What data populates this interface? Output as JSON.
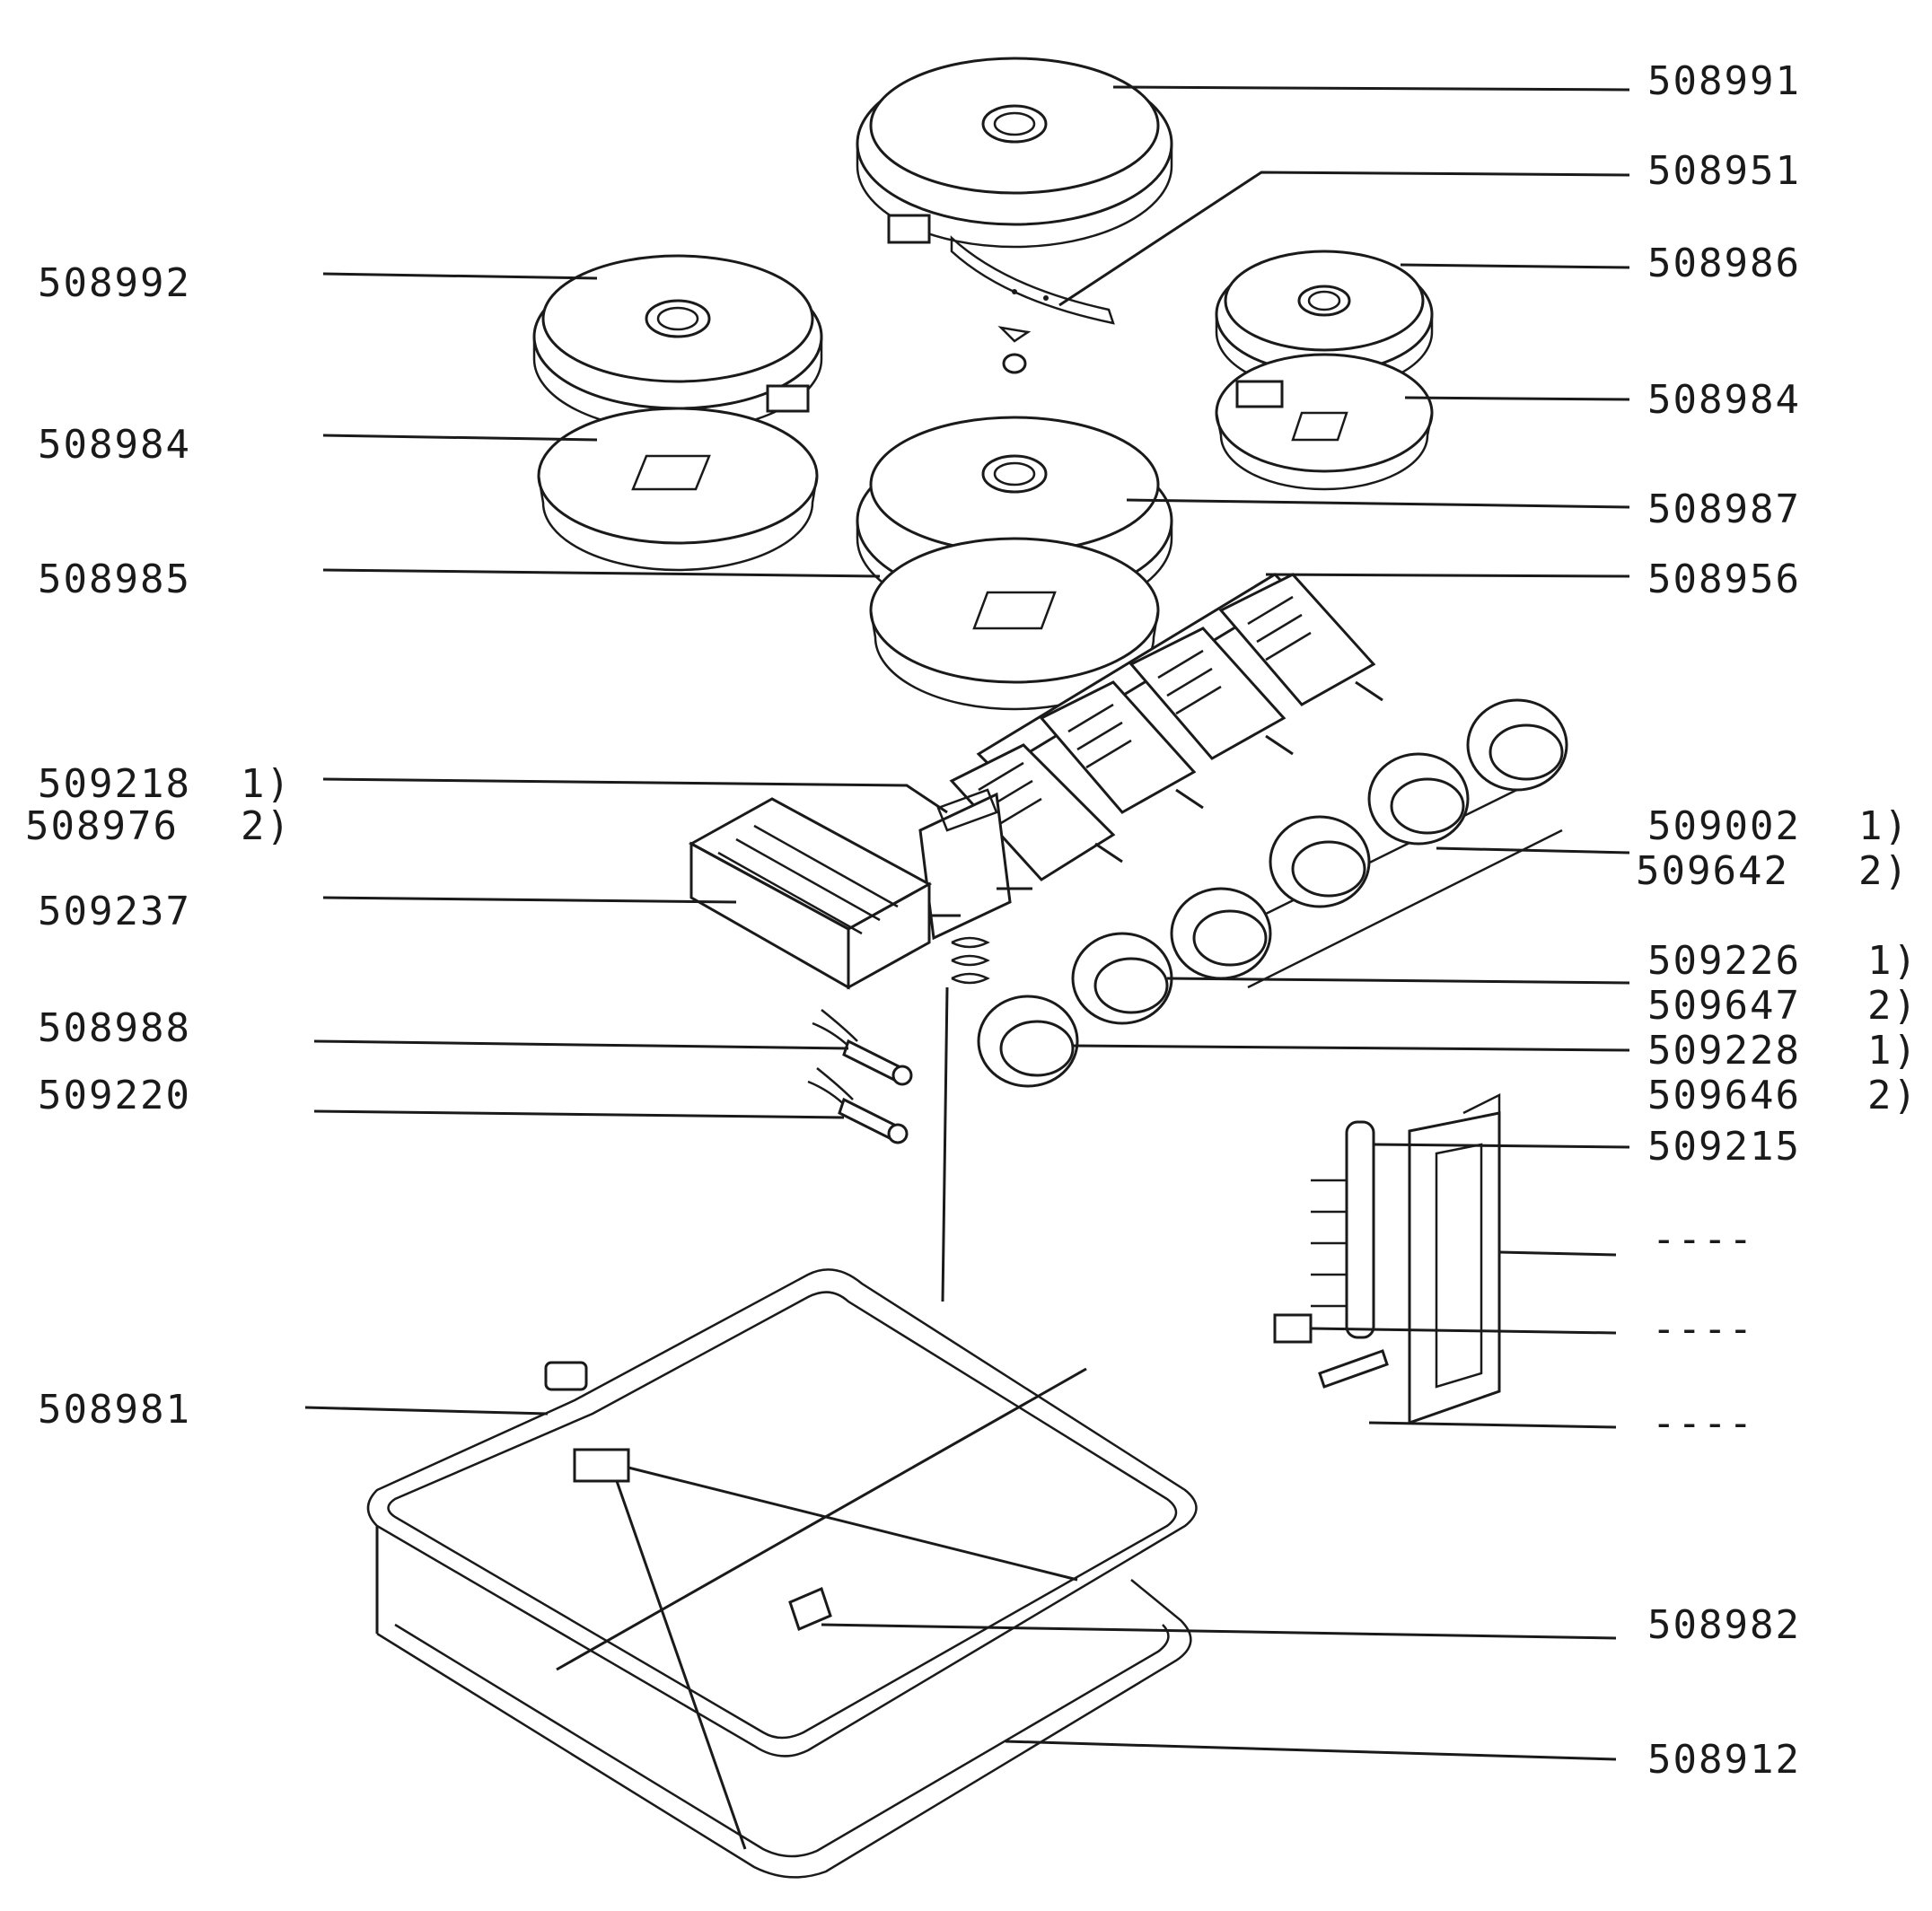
{
  "labels": {
    "p508991": "508991",
    "p508951": "508951",
    "p508986": "508986",
    "p508992": "508992",
    "p508984_left": "508984",
    "p508984_right": "508984",
    "p508987": "508987",
    "p508985": "508985",
    "p508956": "508956",
    "p509218": "509218",
    "p509218_note": "1)",
    "p508976": "508976",
    "p508976_note": "2)",
    "p509237": "509237",
    "p509002": "509002",
    "p509002_note": "1)",
    "p509642": "509642",
    "p509642_note": "2)",
    "p509226": "509226",
    "p509226_note": "1)",
    "p509647": "509647",
    "p509647_note": "2)",
    "p508988": "508988",
    "p509228": "509228",
    "p509228_note": "1)",
    "p509220": "509220",
    "p509646": "509646",
    "p509646_note": "2)",
    "p509215": "509215",
    "dash1": "----",
    "dash2": "----",
    "dash3": "----",
    "p508981": "508981",
    "p508982": "508982",
    "p508912": "508912"
  }
}
